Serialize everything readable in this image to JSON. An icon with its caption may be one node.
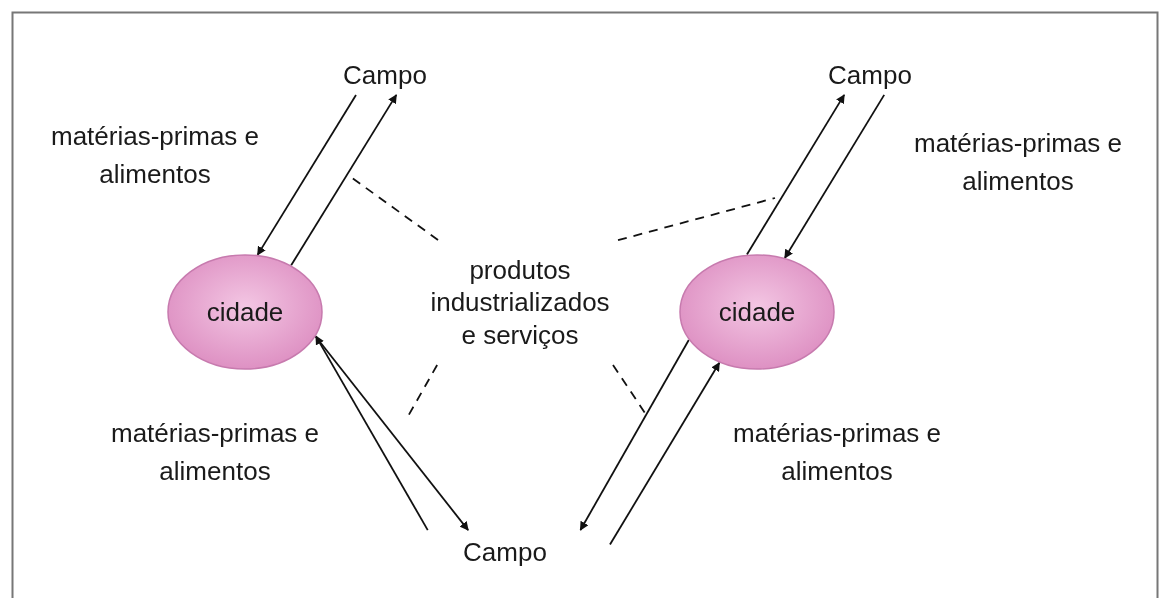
{
  "diagram": {
    "nodes": [
      {
        "text": [
          "Campo"
        ]
      },
      {
        "text": [
          "Campo"
        ]
      },
      {
        "text": [
          "cidade"
        ]
      },
      {
        "text": [
          "produtos industrializados e serviços"
        ]
      },
      {
        "text": [
          "cidade"
        ]
      },
      {
        "text": [
          "Campo"
        ]
      }
    ],
    "edges": [
      {
        "from": 0,
        "to": 2,
        "arrow": "to",
        "label": "matérias-primas e alimentos"
      },
      {
        "from": 2,
        "to": 0,
        "arrow": "to"
      },
      {
        "from": 4,
        "to": 1,
        "arrow": "to"
      },
      {
        "from": 1,
        "to": 4,
        "arrow": "to",
        "label": "matérias-primas e alimentos"
      },
      {
        "from": 5,
        "to": 2,
        "arrow": "to",
        "label": "matérias-primas e alimentos"
      },
      {
        "from": 2,
        "to": 5,
        "arrow": "to"
      },
      {
        "from": 4,
        "to": 5,
        "arrow": "to"
      },
      {
        "from": 5,
        "to": 4,
        "arrow": "to",
        "label": "matérias-primas e alimentos"
      },
      {
        "from": 3,
        "to": null,
        "arrow": "none",
        "style": "dashed"
      },
      {
        "from": 3,
        "to": null,
        "arrow": "none",
        "style": "dashed"
      },
      {
        "from": 3,
        "to": null,
        "arrow": "none",
        "style": "dashed"
      },
      {
        "from": 3,
        "to": null,
        "arrow": "none",
        "style": "dashed"
      }
    ]
  }
}
